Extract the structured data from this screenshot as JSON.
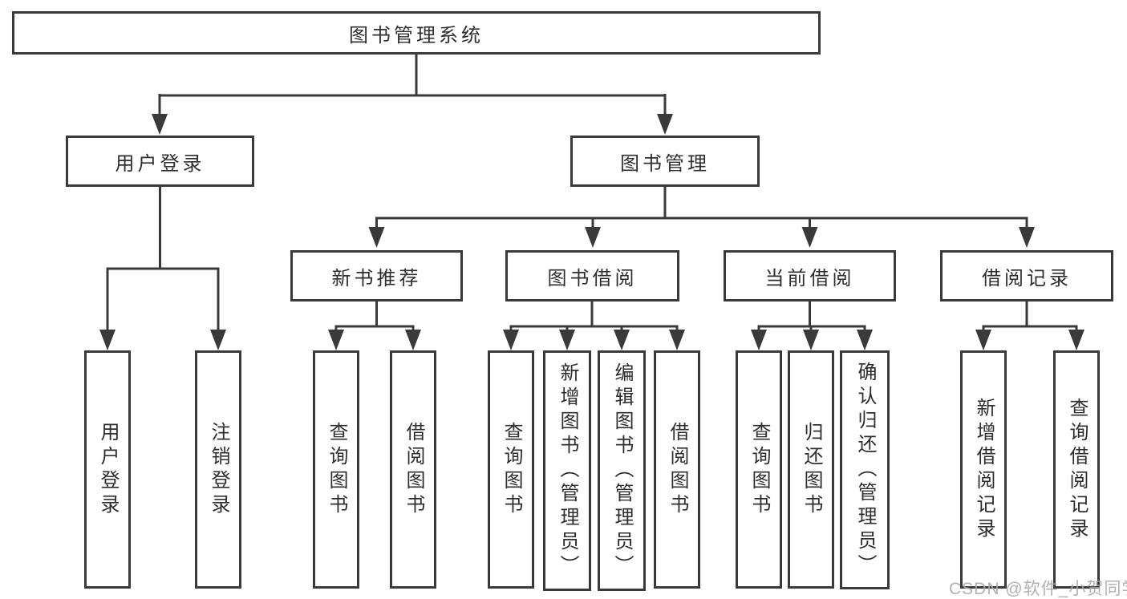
{
  "watermark": "CSDN @软件_小贺同学",
  "tree": {
    "root": {
      "label": "图书管理系统"
    },
    "children": [
      {
        "label": "用户登录",
        "children": [
          {
            "label": "用户登录"
          },
          {
            "label": "注销登录"
          }
        ]
      },
      {
        "label": "图书管理",
        "children": [
          {
            "label": "新书推荐",
            "children": [
              {
                "label": "查询图书"
              },
              {
                "label": "借阅图书"
              }
            ]
          },
          {
            "label": "图书借阅",
            "children": [
              {
                "label": "查询图书"
              },
              {
                "label": "新增图书（管理员）"
              },
              {
                "label": "编辑图书（管理员）"
              },
              {
                "label": "借阅图书"
              }
            ]
          },
          {
            "label": "当前借阅",
            "children": [
              {
                "label": "查询图书"
              },
              {
                "label": "归还图书"
              },
              {
                "label": "确认归还（管理员）"
              }
            ]
          },
          {
            "label": "借阅记录",
            "children": [
              {
                "label": "新增借阅记录"
              },
              {
                "label": "查询借阅记录"
              }
            ]
          }
        ]
      }
    ]
  }
}
